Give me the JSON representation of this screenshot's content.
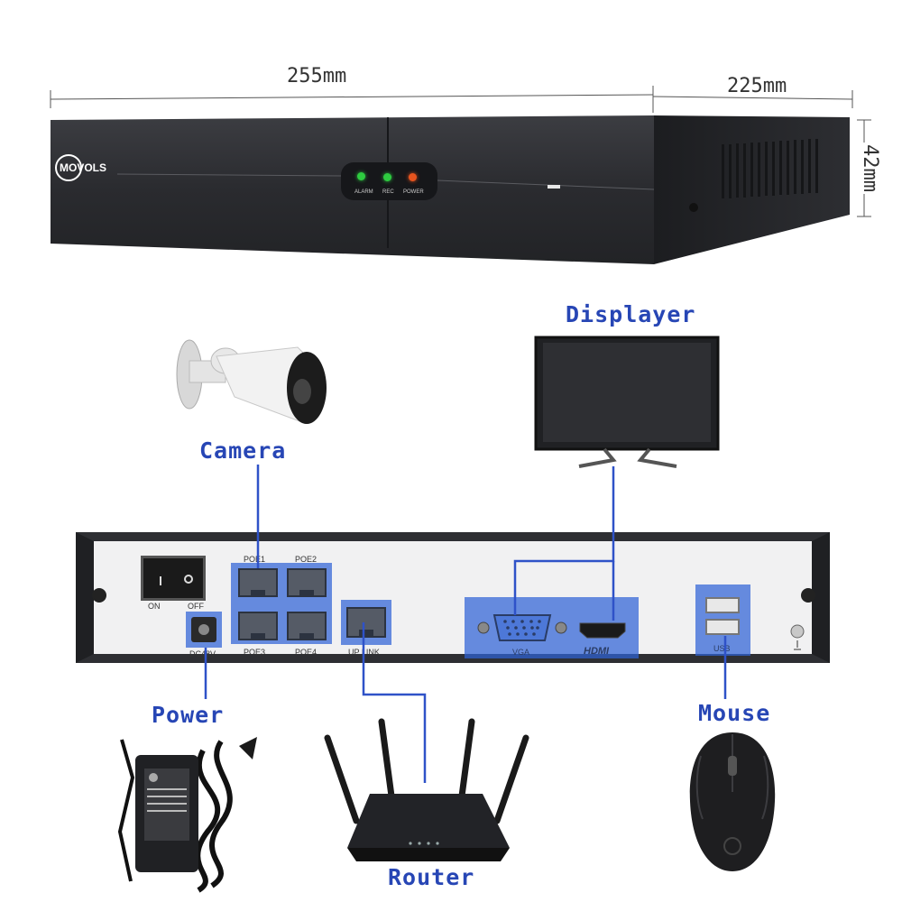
{
  "dimensions": {
    "width_label": "255mm",
    "depth_label": "225mm",
    "height_label": "42mm"
  },
  "front_panel": {
    "brand": "MOVOLS",
    "leds": [
      {
        "label": "ALARM",
        "color": "#2ecc40"
      },
      {
        "label": "REC",
        "color": "#2ecc40"
      },
      {
        "label": "POWER",
        "color": "#e8541e"
      }
    ]
  },
  "devices": {
    "camera": "Camera",
    "displayer": "Displayer",
    "power": "Power",
    "router": "Router",
    "mouse": "Mouse"
  },
  "rear_panel": {
    "switch_on": "ON",
    "switch_off": "OFF",
    "dc_label": "DC48V",
    "poe_ports": [
      "POE1",
      "POE2",
      "POE3",
      "POE4"
    ],
    "uplink_label": "UP LINK",
    "vga_label": "VGA",
    "hdmi_label": "HDMI",
    "usb_label": "USB"
  },
  "colors": {
    "highlight": "#2f63d6",
    "label_text": "#2746b5",
    "chassis": "#2e2f33"
  }
}
